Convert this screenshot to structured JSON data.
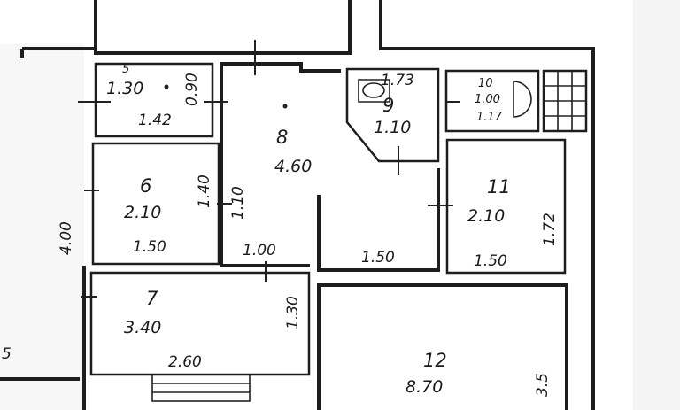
{
  "rooms": [
    {
      "id": "5",
      "number": "5",
      "area": "1.30",
      "dim": "1.42"
    },
    {
      "id": "6",
      "number": "6",
      "area": "2.10",
      "dim": "1.50",
      "side": "1.40"
    },
    {
      "id": "7",
      "number": "7",
      "area": "3.40",
      "dim": "2.60",
      "side": "1.30"
    },
    {
      "id": "8",
      "number": "8",
      "area": "4.60",
      "dim": "1.50",
      "side": "1.10",
      "door": "1.00"
    },
    {
      "id": "9",
      "number": "9",
      "area": "1.10",
      "dim": "1.73"
    },
    {
      "id": "10",
      "number": "10",
      "area": "1.00",
      "dim": "1.17"
    },
    {
      "id": "11",
      "number": "11",
      "area": "2.10",
      "dim": "1.50",
      "side": "1.72"
    },
    {
      "id": "12",
      "number": "12",
      "area": "8.70",
      "side": "3.5"
    }
  ],
  "corridor_dim": "4.00",
  "room5_side": "0.90",
  "stray_mark": "5"
}
